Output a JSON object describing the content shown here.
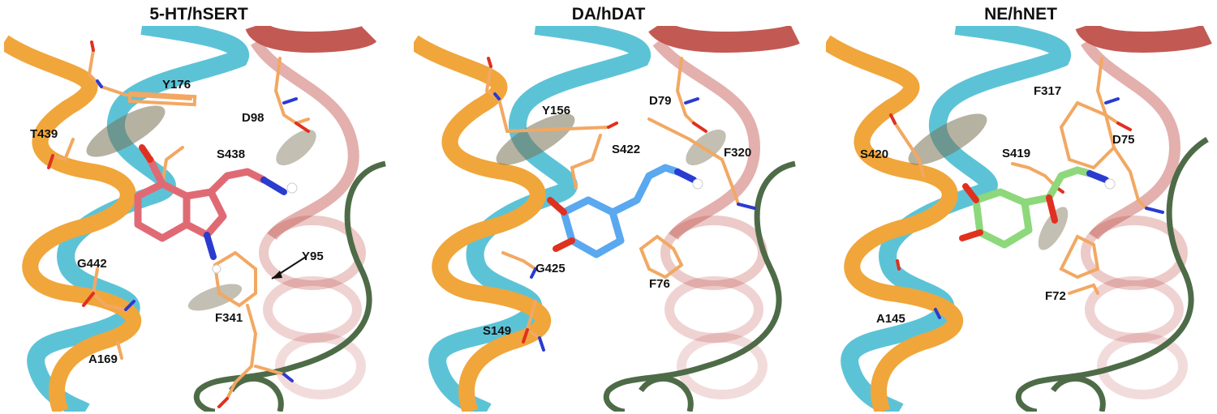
{
  "panels": [
    {
      "title": "5-HT/hSERT",
      "ligand_color": "#e06a74",
      "labels": {
        "a": "Y176",
        "b": "D98",
        "c": "T439",
        "d": "S438",
        "e": "G442",
        "f": "Y95",
        "g": "F341",
        "h": "A169"
      }
    },
    {
      "title": "DA/hDAT",
      "ligand_color": "#5aa8ef",
      "labels": {
        "a": "Y156",
        "b": "D79",
        "c": "S422",
        "d": "F320",
        "e": "G425",
        "f": "F76",
        "g": "S149"
      }
    },
    {
      "title": "NE/hNET",
      "ligand_color": "#8ed87c",
      "labels": {
        "a": "F317",
        "b": "S420",
        "c": "S419",
        "d": "D75",
        "e": "F72",
        "f": "A145"
      }
    }
  ],
  "colors": {
    "helix_orange": "#f0a63a",
    "helix_cyan": "#3fb8d0",
    "helix_red": "#c0504a",
    "loop_green": "#4e6b47",
    "sidechain": "#f2a862",
    "oxygen": "#e03020",
    "nitrogen": "#2a3bd0"
  }
}
